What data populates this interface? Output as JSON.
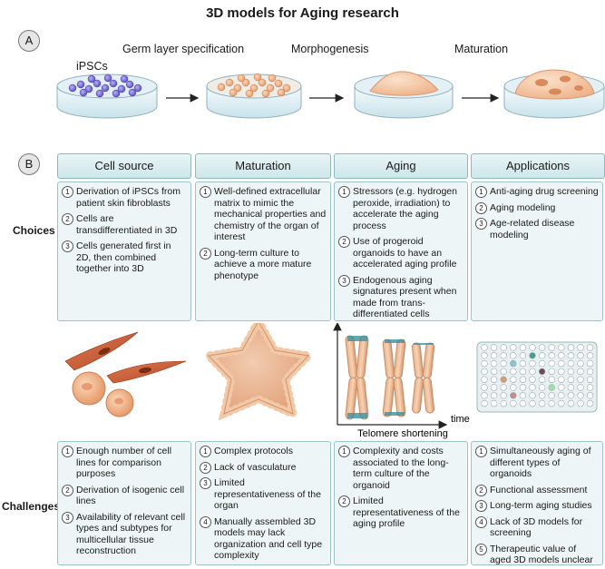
{
  "title": "3D models for Aging research",
  "panel_a": {
    "label": "A",
    "stages": [
      "iPSCs",
      "Germ layer specification",
      "Morphogenesis",
      "Maturation"
    ]
  },
  "panel_b": {
    "label": "B",
    "row_labels": {
      "choices": "Choices",
      "challenges": "Challenges"
    },
    "columns": [
      {
        "header": "Cell source",
        "choices": [
          "Derivation of iPSCs from patient skin fibroblasts",
          "Cells are transdifferentiated in 3D",
          "Cells generated first in 2D, then combined together into 3D"
        ],
        "challenges": [
          "Enough number of cell lines for comparison purposes",
          "Derivation of isogenic cell lines",
          "Availability of relevant cell types and subtypes for multicellular tissue reconstruction"
        ]
      },
      {
        "header": "Maturation",
        "choices": [
          "Well-defined extracellular matrix to mimic the mechanical properties and chemistry of the organ of interest",
          "Long-term culture to achieve a more mature phenotype"
        ],
        "challenges": [
          "Complex protocols",
          "Lack of vasculature",
          "Limited representativeness of the organ",
          "Manually assembled 3D models may lack organization and cell type complexity"
        ]
      },
      {
        "header": "Aging",
        "choices": [
          "Stressors (e.g. hydrogen peroxide, irradiation) to accelerate the aging process",
          "Use of progeroid organoids to have an accelerated aging profile",
          "Endogenous aging signatures present when made from trans-differentiated cells"
        ],
        "challenges": [
          "Complexity and costs associated to the long-term culture of the organoid",
          "Limited representativeness of the aging profile"
        ]
      },
      {
        "header": "Applications",
        "choices": [
          "Anti-aging drug screening",
          "Aging modeling",
          "Age-related disease modeling"
        ],
        "challenges": [
          "Simultaneously aging of different types of organoids",
          "Functional assessment",
          "Long-term aging studies",
          "Lack of 3D models for screening",
          "Therapeutic value of aged 3D models unclear"
        ]
      }
    ],
    "telomere": {
      "axis_label": "time",
      "caption": "Telomere shortening"
    }
  }
}
